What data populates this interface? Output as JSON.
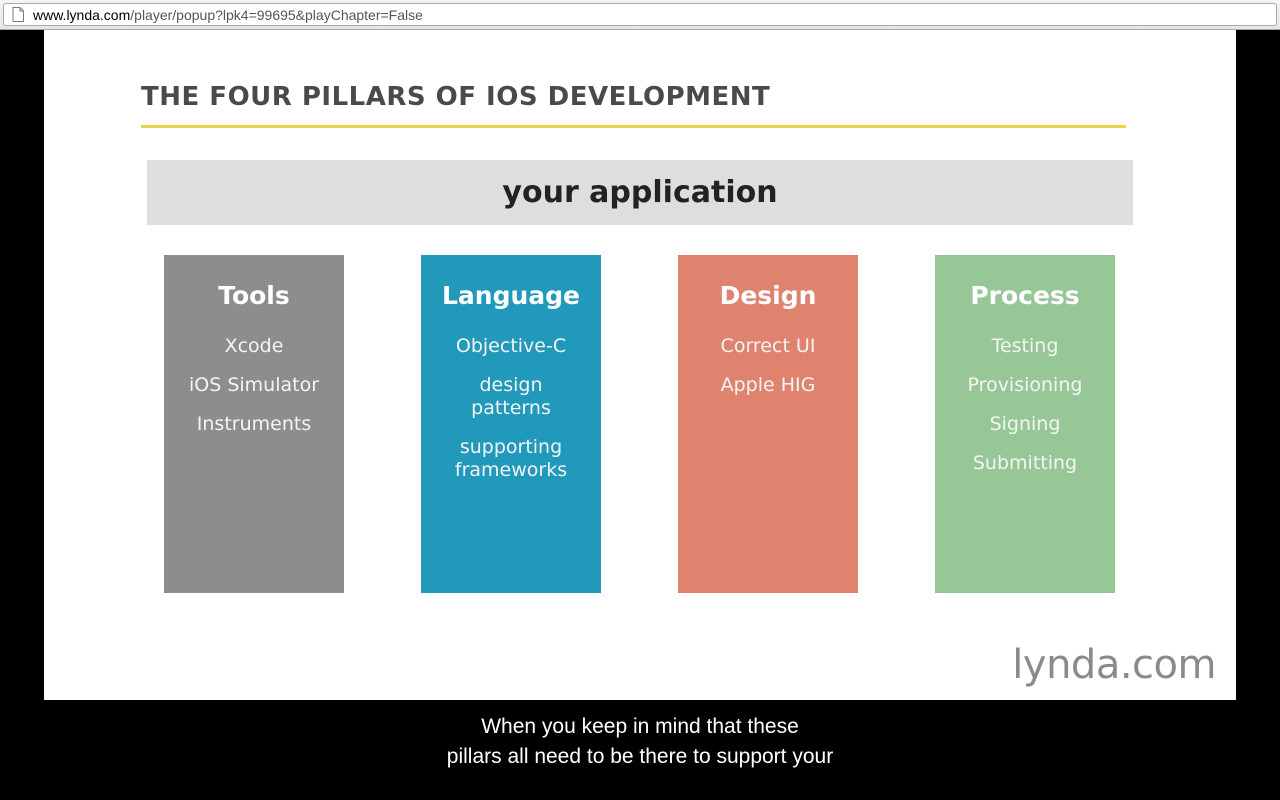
{
  "browser": {
    "url_domain": "www.lynda.com",
    "url_path": "/player/popup?lpk4=99695&playChapter=False",
    "page_icon": "document-icon"
  },
  "slide": {
    "title": "THE FOUR PILLARS OF IOS DEVELOPMENT",
    "accent_color": "#ecd24a",
    "app_bar_label": "your application",
    "pillars": [
      {
        "heading": "Tools",
        "color": "#8d8c8f",
        "items": [
          "Xcode",
          "iOS Simulator",
          "Instruments"
        ]
      },
      {
        "heading": "Language",
        "color": "#2199bb",
        "items": [
          "Objective-C",
          "design patterns",
          "supporting frameworks"
        ]
      },
      {
        "heading": "Design",
        "color": "#e0836e",
        "items": [
          "Correct UI",
          "Apple HIG"
        ]
      },
      {
        "heading": "Process",
        "color": "#97c796",
        "items": [
          "Testing",
          "Provisioning",
          "Signing",
          "Submitting"
        ]
      }
    ],
    "logo_main": "lynda",
    "logo_suffix": ".com"
  },
  "caption": {
    "line1": "When you keep in mind that these",
    "line2": "pillars all need to be there to support your"
  }
}
